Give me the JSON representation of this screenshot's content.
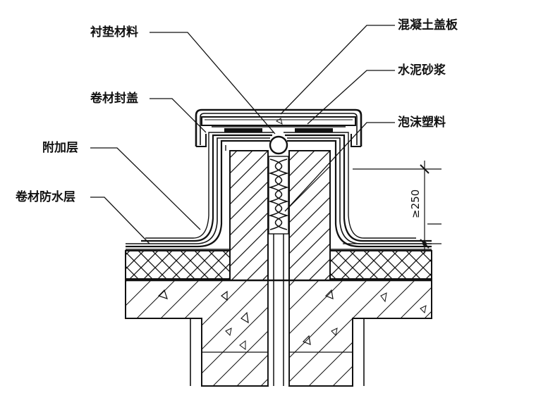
{
  "labels": {
    "lining_material": "衬垫材料",
    "concrete_cover": "混凝土盖板",
    "cement_mortar": "水泥砂浆",
    "membrane_cap": "卷材封盖",
    "foam_plastic": "泡沫塑料",
    "additional_layer": "附加层",
    "membrane_waterproof": "卷材防水层"
  },
  "dimension": {
    "text": "≥250"
  },
  "colors": {
    "line": "#111111",
    "background": "#ffffff"
  }
}
